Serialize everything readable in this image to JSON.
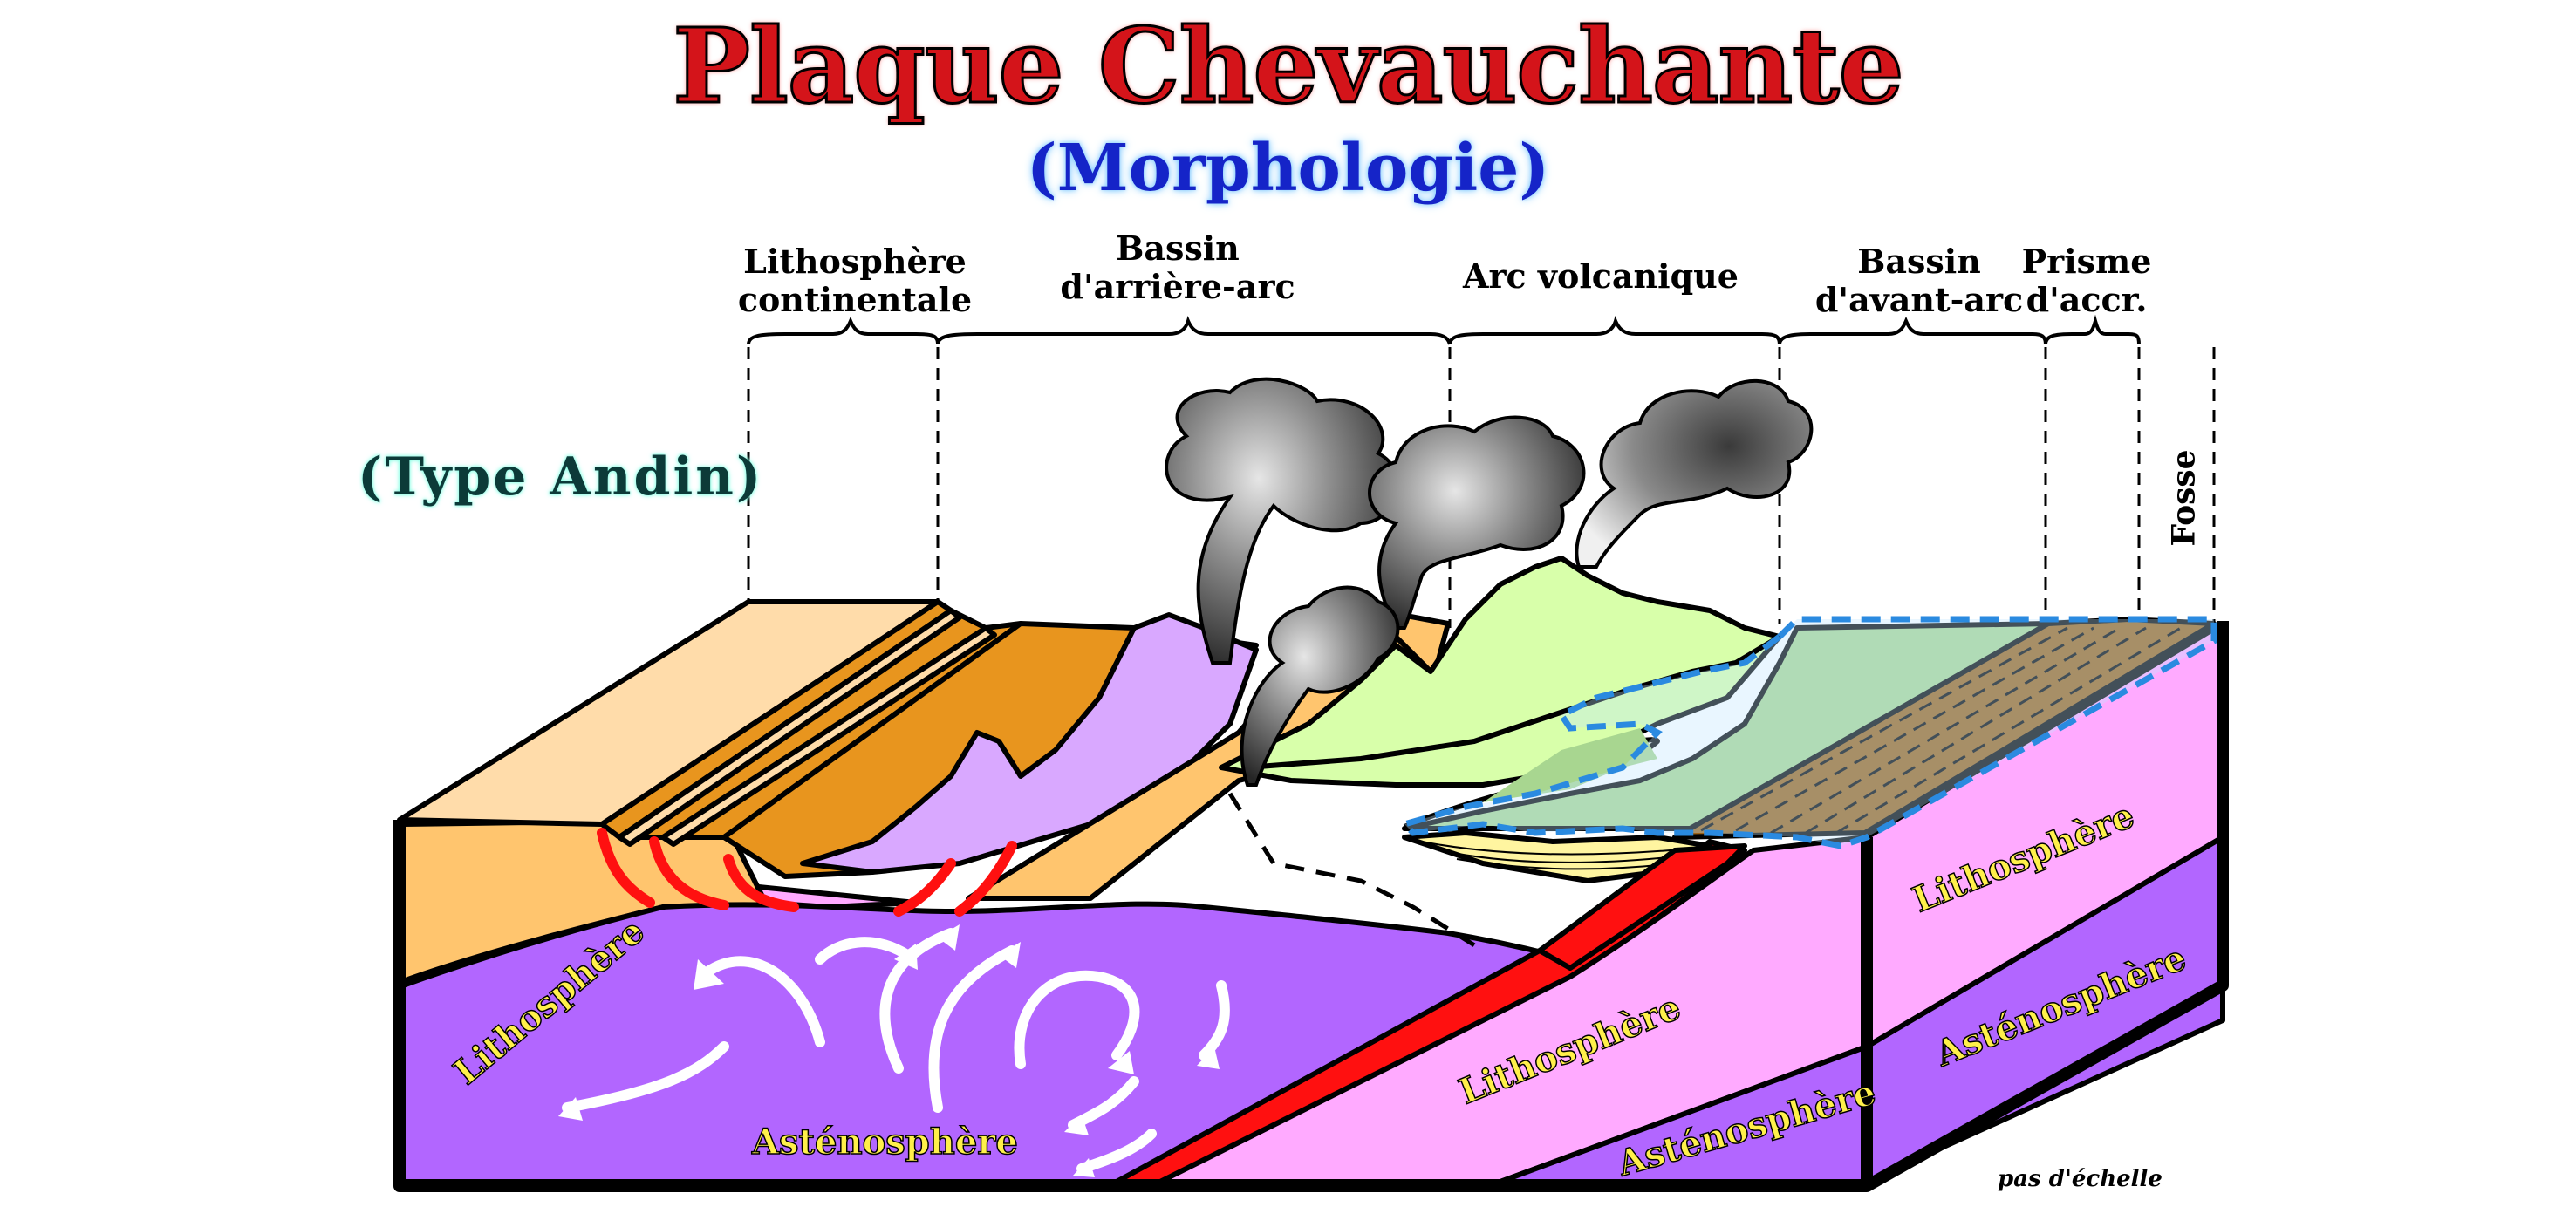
{
  "diagram": {
    "title": "Plaque Chevauchante",
    "subtitle": "(Morphologie)",
    "type_label": "(Type Andin)",
    "zones": {
      "lithosphere_continentale": "Lithosphère\ncontinentale",
      "bassin_arriere_arc": "Bassin\nd'arrière-arc",
      "arc_volcanique": "Arc volcanique",
      "bassin_avant_arc": "Bassin\nd'avant-arc",
      "prisme": "Prisme\nd'accr.",
      "fosse": "Fosse"
    },
    "layers": {
      "lithosphere_left": "Lithosphère",
      "lithosphere_middle": "Lithosphère",
      "lithosphere_right": "Lithosphère",
      "asthenosphere_left": "Asténosphère",
      "asthenosphere_middle": "Asténosphère",
      "asthenosphere_right": "Asténosphère"
    },
    "scale_note": "pas d'échelle",
    "colors": {
      "title": "#d4141a",
      "subtitle": "#1524c8",
      "lithosphere": "#ffaaff",
      "asthenosphere": "#b266ff",
      "crust_light": "#ffdcaa",
      "crust_dark": "#e8951e",
      "volcano_green": "#d8ffaa",
      "mountain_purple": "#d9a8ff",
      "slab_red": "#ff1010",
      "sea_blue": "#bfe4ff",
      "sediment_brown": "#9a6116"
    }
  }
}
